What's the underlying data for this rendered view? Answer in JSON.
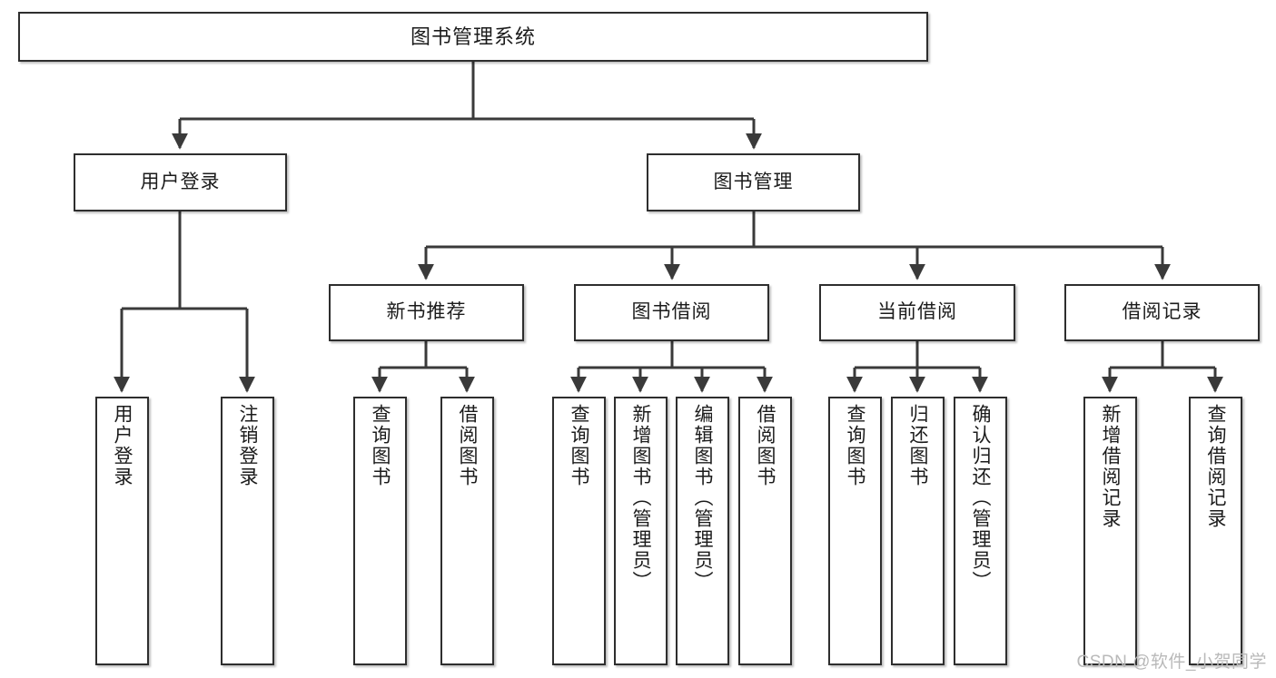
{
  "diagram": {
    "title": "图书管理系统",
    "type": "tree-hierarchy",
    "watermark": "CSDN @软件_小贺同学",
    "colors": {
      "box_border": "#2e2e2e",
      "box_fill": "#ffffff",
      "connector": "#3a3a3a",
      "text": "#1b1b1b",
      "watermark": "#b9b9b9",
      "background": "#ffffff"
    },
    "nodes": {
      "root": {
        "label": "图书管理系统"
      },
      "level2": [
        {
          "label": "用户登录"
        },
        {
          "label": "图书管理"
        }
      ],
      "level3": [
        {
          "label": "新书推荐"
        },
        {
          "label": "图书借阅"
        },
        {
          "label": "当前借阅"
        },
        {
          "label": "借阅记录"
        }
      ],
      "leaves": {
        "user_login": [
          {
            "label": "用户登录"
          },
          {
            "label": "注销登录"
          }
        ],
        "new_book": [
          {
            "label": "查询图书"
          },
          {
            "label": "借阅图书"
          }
        ],
        "book_borrow": [
          {
            "label": "查询图书"
          },
          {
            "label": "新增图书（管理员）"
          },
          {
            "label": "编辑图书（管理员）"
          },
          {
            "label": "借阅图书"
          }
        ],
        "current_borrow": [
          {
            "label": "查询图书"
          },
          {
            "label": "归还图书"
          },
          {
            "label": "确认归还（管理员）"
          }
        ],
        "borrow_record": [
          {
            "label": "新增借阅记录"
          },
          {
            "label": "查询借阅记录"
          }
        ]
      }
    }
  }
}
